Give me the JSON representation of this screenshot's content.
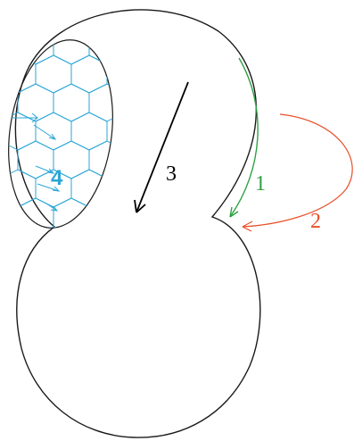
{
  "diagram": {
    "labels": {
      "one": "1",
      "two": "2",
      "three": "3",
      "four": "4"
    },
    "colors": {
      "outline": "#1a1a1a",
      "arrow_1": "#2ea043",
      "arrow_2": "#e8502a",
      "arrow_3": "#000000",
      "tiling_4": "#2ba6d6"
    }
  }
}
